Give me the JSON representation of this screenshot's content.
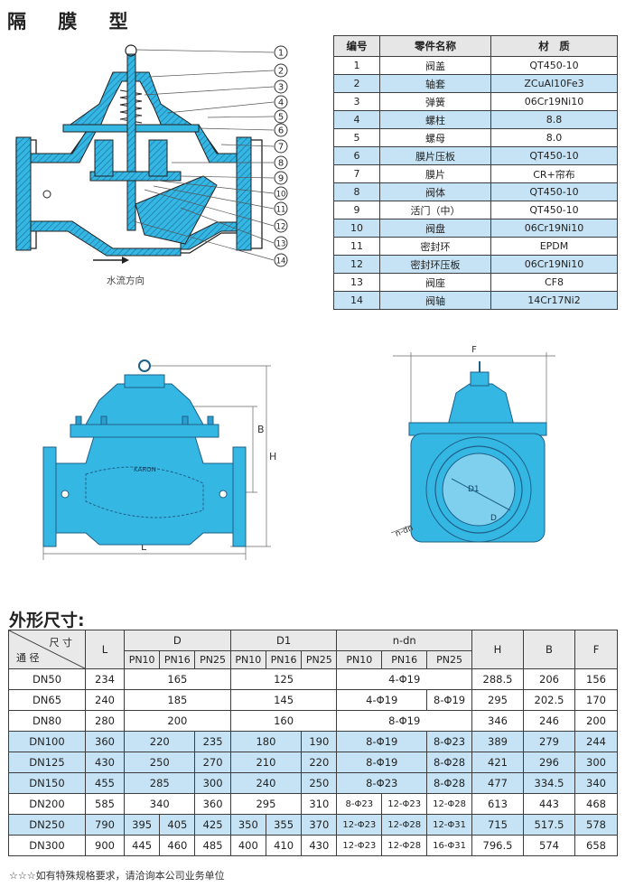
{
  "title": "隔 膜 型",
  "flow_label": "水流方向",
  "callouts": [
    "1",
    "2",
    "3",
    "4",
    "5",
    "6",
    "7",
    "8",
    "9",
    "10",
    "11",
    "12",
    "13",
    "14"
  ],
  "parts_table": {
    "headers": [
      "编号",
      "零件名称",
      "材　质"
    ],
    "rows": [
      [
        "1",
        "阀盖",
        "QT450-10"
      ],
      [
        "2",
        "轴套",
        "ZCuAl10Fe3"
      ],
      [
        "3",
        "弹簧",
        "06Cr19Ni10"
      ],
      [
        "4",
        "螺柱",
        "8.8"
      ],
      [
        "5",
        "螺母",
        "8.0"
      ],
      [
        "6",
        "膜片压板",
        "QT450-10"
      ],
      [
        "7",
        "膜片",
        "CR+帘布"
      ],
      [
        "8",
        "阀体",
        "QT450-10"
      ],
      [
        "9",
        "活门（中）",
        "QT450-10"
      ],
      [
        "10",
        "阀盘",
        "06Cr19Ni10"
      ],
      [
        "11",
        "密封环",
        "EPDM"
      ],
      [
        "12",
        "密封环压板",
        "06Cr19Ni10"
      ],
      [
        "13",
        "阀座",
        "CF8"
      ],
      [
        "14",
        "阀轴",
        "14Cr17Ni2"
      ]
    ]
  },
  "drawing_labels": {
    "front": {
      "L": "L",
      "B": "B",
      "H": "H",
      "brand": "KARON"
    },
    "side": {
      "F": "F",
      "D1": "D1",
      "D": "D",
      "ndn": "n-dn"
    }
  },
  "dimension_title": "外形尺寸:",
  "dimension_table": {
    "corner_top": "尺 寸",
    "corner_bottom": "通 径",
    "col_L": "L",
    "col_D": "D",
    "col_D1": "D1",
    "col_ndn": "n-dn",
    "col_H": "H",
    "col_B": "B",
    "col_F": "F",
    "pn": [
      "PN10",
      "PN16",
      "PN25"
    ],
    "rows": {
      "dn50": {
        "dn": "DN50",
        "L": "234",
        "D": "165",
        "D1": "125",
        "ndn": "4-Φ19",
        "H": "288.5",
        "B": "206",
        "F": "156"
      },
      "dn65": {
        "dn": "DN65",
        "L": "240",
        "D": "185",
        "D1": "145",
        "ndn_a": "4-Φ19",
        "ndn_b": "8-Φ19",
        "H": "295",
        "B": "202.5",
        "F": "170"
      },
      "dn80": {
        "dn": "DN80",
        "L": "280",
        "D": "200",
        "D1": "160",
        "ndn": "8-Φ19",
        "H": "346",
        "B": "246",
        "F": "200"
      },
      "dn100": {
        "dn": "DN100",
        "L": "360",
        "D_a": "220",
        "D_b": "235",
        "D1_a": "180",
        "D1_b": "190",
        "ndn_a": "8-Φ19",
        "ndn_b": "8-Φ23",
        "H": "389",
        "B": "279",
        "F": "244"
      },
      "dn125": {
        "dn": "DN125",
        "L": "430",
        "D_a": "250",
        "D_b": "270",
        "D1_a": "210",
        "D1_b": "220",
        "ndn_a": "8-Φ19",
        "ndn_b": "8-Φ28",
        "H": "421",
        "B": "296",
        "F": "300"
      },
      "dn150": {
        "dn": "DN150",
        "L": "455",
        "D_a": "285",
        "D_b": "300",
        "D1_a": "240",
        "D1_b": "250",
        "ndn_a": "8-Φ23",
        "ndn_b": "8-Φ28",
        "H": "477",
        "B": "334.5",
        "F": "340"
      },
      "dn200": {
        "dn": "DN200",
        "L": "585",
        "D_a": "340",
        "D_b": "360",
        "D1_a": "295",
        "D1_b": "310",
        "ndn_1": "8-Φ23",
        "ndn_2": "12-Φ23",
        "ndn_3": "12-Φ28",
        "H": "613",
        "B": "443",
        "F": "468"
      },
      "dn250": {
        "dn": "DN250",
        "L": "790",
        "D_1": "395",
        "D_2": "405",
        "D_3": "425",
        "D1_1": "350",
        "D1_2": "355",
        "D1_3": "370",
        "ndn_1": "12-Φ23",
        "ndn_2": "12-Φ28",
        "ndn_3": "12-Φ31",
        "H": "715",
        "B": "517.5",
        "F": "578"
      },
      "dn300": {
        "dn": "DN300",
        "L": "900",
        "D_1": "445",
        "D_2": "460",
        "D_3": "485",
        "D1_1": "400",
        "D1_2": "410",
        "D1_3": "430",
        "ndn_1": "12-Φ23",
        "ndn_2": "12-Φ28",
        "ndn_3": "16-Φ31",
        "H": "796.5",
        "B": "574",
        "F": "658"
      }
    }
  },
  "footnote": "☆☆☆如有特殊规格要求，请洽询本公司业务单位",
  "colors": {
    "valve_blue": "#35b7e4",
    "row_blue": "#c5e3f4",
    "hatch_blue": "#2a8fc6"
  }
}
